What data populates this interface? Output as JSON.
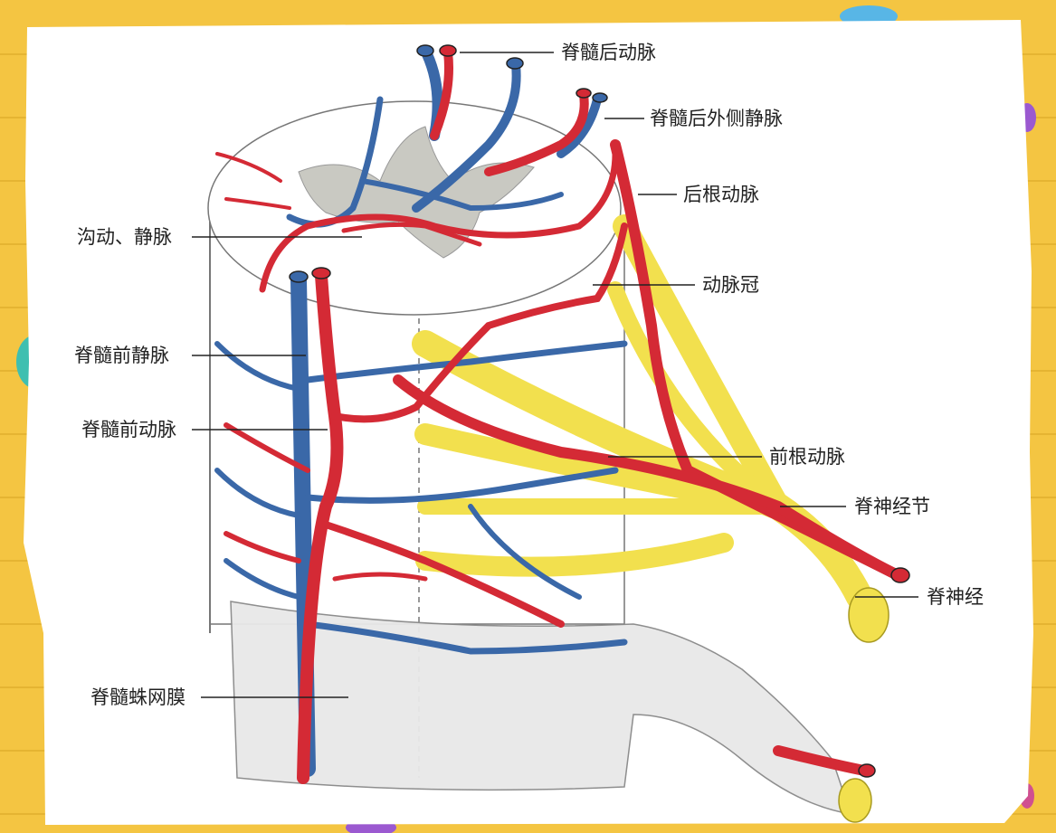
{
  "labels": {
    "posterior_spinal_artery": "脊髓后动脉",
    "posterolateral_spinal_vein": "脊髓后外侧静脉",
    "posterior_radicular_artery": "后根动脉",
    "sulcal_artery_vein": "沟动、静脉",
    "vasocorona": "动脉冠",
    "anterior_spinal_vein": "脊髓前静脉",
    "anterior_spinal_artery": "脊髓前动脉",
    "anterior_radicular_artery": "前根动脉",
    "spinal_ganglion": "脊神经节",
    "spinal_nerve": "脊神经",
    "spinal_arachnoid": "脊髓蛛网膜"
  },
  "colors": {
    "artery": "#d42a35",
    "vein": "#3a68a8",
    "nerve": "#f2e04e",
    "gray_matter": "#c9c9c2",
    "page_bg": "#f4c542",
    "paper": "#ffffff"
  }
}
